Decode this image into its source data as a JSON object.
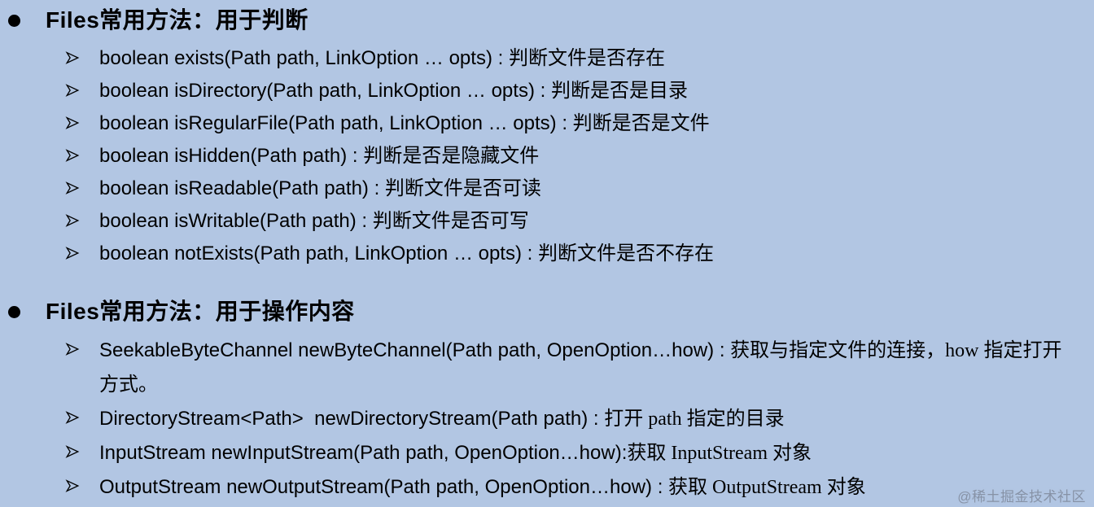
{
  "colors": {
    "background": "#b2c6e3",
    "text": "#000000",
    "watermark": "#767e8f"
  },
  "bullets": {
    "section_icon": "filled-circle",
    "item_icon": "arrowhead-right-outline"
  },
  "watermark": {
    "text": "@稀土掘金技术社区"
  },
  "sections": [
    {
      "title": "Files常用方法：用于判断",
      "items": [
        {
          "method": "boolean exists(Path path, LinkOption … opts)",
          "sep": " : ",
          "desc": "判断文件是否存在"
        },
        {
          "method": "boolean isDirectory(Path path, LinkOption … opts)",
          "sep": " : ",
          "desc": "判断是否是目录"
        },
        {
          "method": "boolean isRegularFile(Path path, LinkOption … opts)",
          "sep": " : ",
          "desc": "判断是否是文件"
        },
        {
          "method": "boolean isHidden(Path path)",
          "sep": " : ",
          "desc": "判断是否是隐藏文件"
        },
        {
          "method": "boolean isReadable(Path path)",
          "sep": " : ",
          "desc": "判断文件是否可读"
        },
        {
          "method": "boolean isWritable(Path path)",
          "sep": " : ",
          "desc": "判断文件是否可写"
        },
        {
          "method": "boolean notExists(Path path, LinkOption … opts)",
          "sep": " : ",
          "desc": "判断文件是否不存在"
        }
      ]
    },
    {
      "title": "Files常用方法：用于操作内容",
      "items": [
        {
          "method": "SeekableByteChannel newByteChannel(Path path, OpenOption…how)",
          "sep": " : ",
          "desc": "获取与指定文件的连接，how 指定打开方式。"
        },
        {
          "method": "DirectoryStream<Path>  newDirectoryStream(Path path)",
          "sep": " : ",
          "desc": "打开 path 指定的目录"
        },
        {
          "method": "InputStream newInputStream(Path path, OpenOption…how)",
          "sep": ":",
          "desc": "获取 InputStream 对象"
        },
        {
          "method": "OutputStream newOutputStream(Path path, OpenOption…how)",
          "sep": " : ",
          "desc": "获取 OutputStream 对象"
        }
      ]
    }
  ]
}
